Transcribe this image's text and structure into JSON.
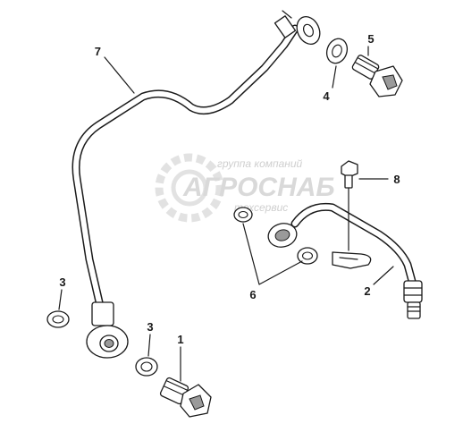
{
  "watermark": {
    "top_text": "группа компаний",
    "main_text": "АГРОСНАБ",
    "bottom_text": "техсервис"
  },
  "callouts": [
    {
      "id": "1",
      "text": "1"
    },
    {
      "id": "2",
      "text": "2"
    },
    {
      "id": "3a",
      "text": "3"
    },
    {
      "id": "3b",
      "text": "3"
    },
    {
      "id": "4",
      "text": "4"
    },
    {
      "id": "5",
      "text": "5"
    },
    {
      "id": "6",
      "text": "6"
    },
    {
      "id": "7",
      "text": "7"
    },
    {
      "id": "8",
      "text": "8"
    }
  ]
}
